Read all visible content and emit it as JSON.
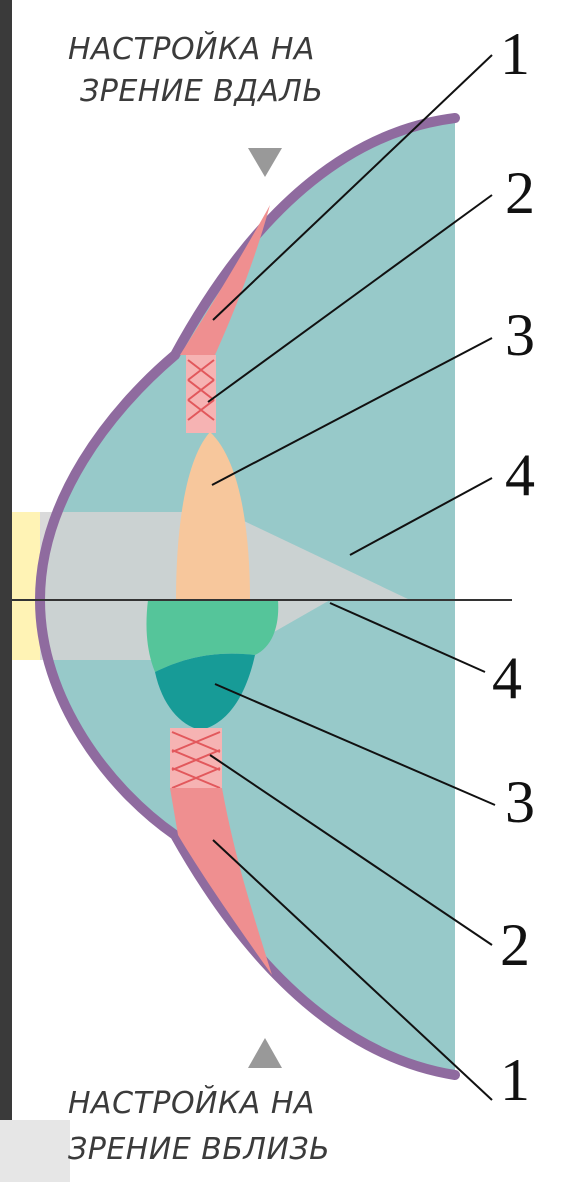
{
  "top_caption": {
    "line1": "НАСТРОЙКА НА",
    "line2": "ЗРЕНИЕ ВДАЛЬ"
  },
  "bottom_caption": {
    "line1": "НАСТРОЙКА НА",
    "line2": "ЗРЕНИЕ ВБЛИЗЬ"
  },
  "labels": {
    "top_1": "1",
    "top_2": "2",
    "top_3": "3",
    "top_4": "4",
    "bottom_4": "4",
    "bottom_3": "3",
    "bottom_2": "2",
    "bottom_1": "1"
  },
  "colors": {
    "background": "#ffffff",
    "frame": "#3a3a3a",
    "eye_fill": "#97c9c9",
    "sclera": "#8f6b9f",
    "ciliary_muscle": "#ef8f90",
    "lens_far": "#f7c79c",
    "lens_near_top": "#55c59a",
    "lens_near_bottom": "#179b97",
    "light_beam": "#d3d3d3",
    "light_source": "#fff3b5",
    "arrow": "#999999"
  }
}
